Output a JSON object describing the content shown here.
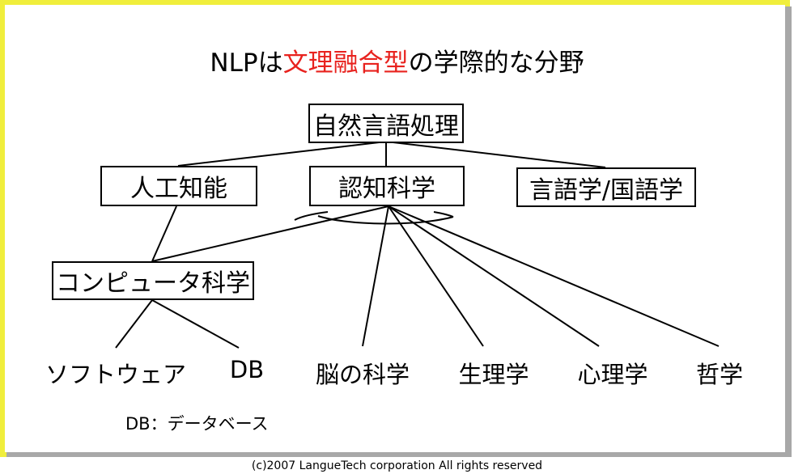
{
  "title": {
    "prefix": "NLPは",
    "highlight": "文理融合型",
    "suffix": "の学際的な分野"
  },
  "nodes": {
    "nlp": "自然言語処理",
    "ai": "人工知能",
    "cogsci": "認知科学",
    "linguistics": "言語学/国語学",
    "cs": "コンピュータ科学"
  },
  "leaves": {
    "software": "ソフトウェア",
    "db": "DB",
    "brain": "脳の科学",
    "physiology": "生理学",
    "psychology": "心理学",
    "philosophy": "哲学"
  },
  "note": "DB：データベース",
  "copyright": "(c)2007 LangueTech corporation All rights reserved",
  "colors": {
    "frame": "#f0ee3c",
    "highlight": "#e8221e",
    "shadow": "#a8a8a8"
  }
}
